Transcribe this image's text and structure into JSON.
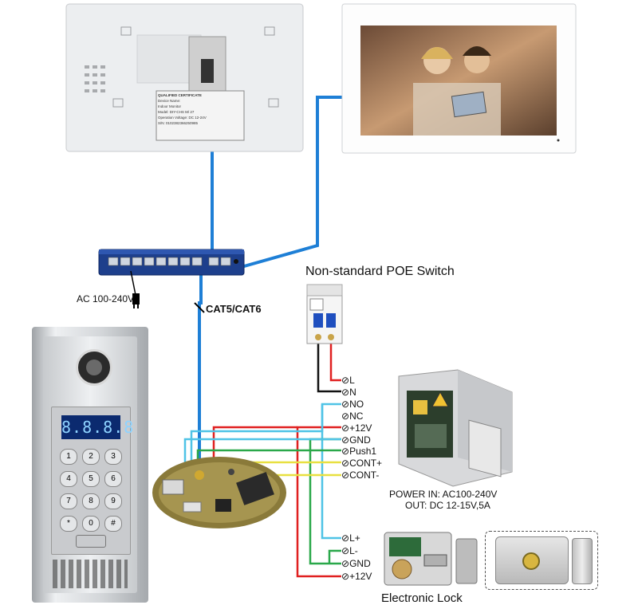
{
  "labels": {
    "switch_title": "Non-standard POE Switch",
    "ac_input": "AC 100-240V",
    "cable": "CAT5/CAT6",
    "power_in": "POWER  IN: AC100-240V",
    "power_out": "OUT: DC 12-15V,5A",
    "lock_title": "Electronic Lock"
  },
  "terminals": {
    "psu": [
      "L",
      "N",
      "NO",
      "NC",
      "+12V",
      "GND",
      "Push1",
      "CONT+",
      "CONT-"
    ],
    "lock": [
      "L+",
      "L-",
      "GND",
      "+12V"
    ]
  },
  "monitor_back": {
    "cert_title": "QUALIFIED CERTIFICATE",
    "cert_lines": [
      "Device Name:",
      "Indoor Monitor",
      "Model: DIY-CHS M/ 27",
      "Operation Voltage: DC 12-24V",
      "S/N: 0102382366250985"
    ]
  },
  "keypad": {
    "display": "8.8.8.8",
    "keys": [
      "1",
      "2",
      "3",
      "4",
      "5",
      "6",
      "7",
      "8",
      "9",
      "*",
      "0",
      "#"
    ]
  },
  "colors": {
    "poe_cable": "#1e7fd6",
    "live": "#e02020",
    "neutral": "#111111",
    "signal_cyan": "#4fc3e6",
    "green": "#2aa84a",
    "yellow": "#e8e040"
  }
}
